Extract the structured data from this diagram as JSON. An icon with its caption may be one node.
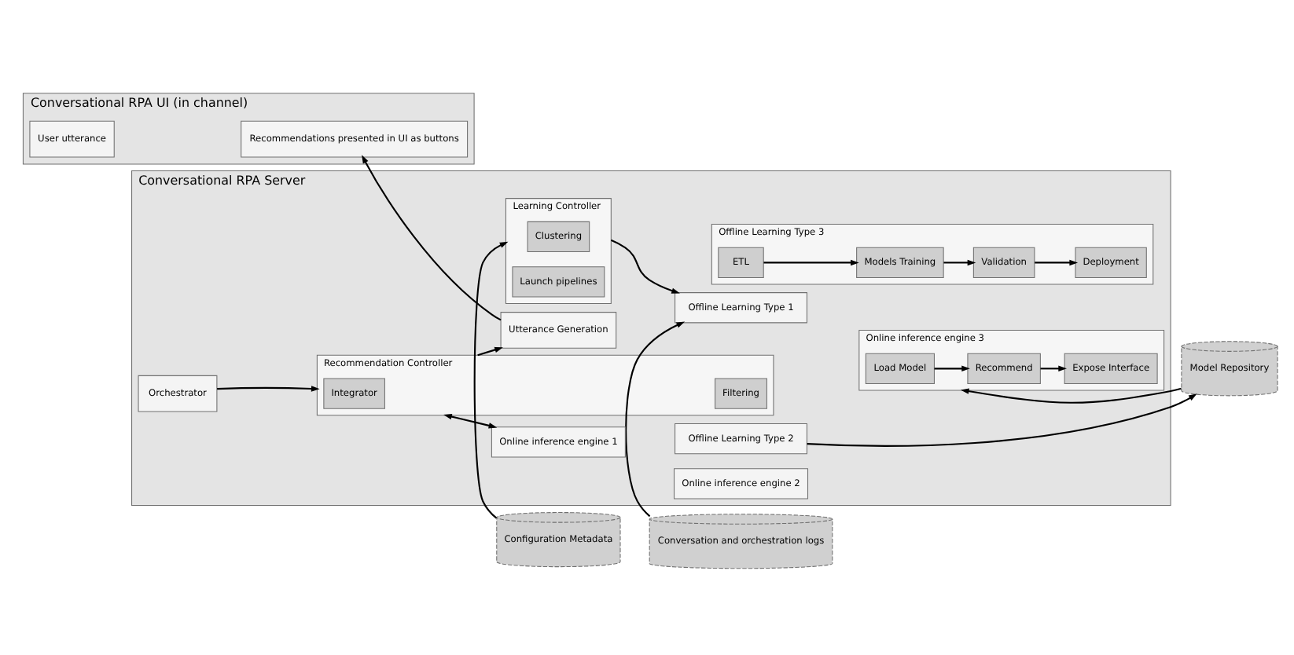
{
  "diagram": {
    "nodes": [
      {
        "text": [
          "Configuration Metadata"
        ]
      },
      {
        "text": [
          "Conversation and orchestration logs"
        ]
      },
      {
        "text": [
          "Conversational RPA UI (in channel)"
        ]
      },
      {
        "text": [
          "User utterance"
        ],
        "in": 2
      },
      {
        "text": [
          "Recommendations presented in UI as buttons"
        ],
        "in": 2
      },
      {
        "text": [
          "Conversational RPA Server"
        ]
      },
      {
        "text": [
          "Learning Controller"
        ],
        "in": 5
      },
      {
        "text": [
          "Clustering"
        ],
        "in": 6
      },
      {
        "text": [
          "Launch pipelines"
        ],
        "in": 6
      },
      {
        "text": [
          "Offline Learning Type 1"
        ],
        "in": 5
      },
      {
        "text": [
          "Offline Learning Type 2"
        ],
        "in": 5
      },
      {
        "text": [
          "Offline Learning Type 3"
        ],
        "in": 5
      },
      {
        "text": [
          "ETL"
        ],
        "in": 11
      },
      {
        "text": [
          "Models Training"
        ],
        "in": 11
      },
      {
        "text": [
          "Validation"
        ],
        "in": 11
      },
      {
        "text": [
          "Deployment"
        ],
        "in": 11
      },
      {
        "text": [
          "Model Repository"
        ]
      },
      {
        "text": [
          "Orchestrator"
        ],
        "in": 5
      },
      {
        "text": [
          "Recommendation Controller"
        ],
        "in": 5
      },
      {
        "text": [
          "Integrator"
        ],
        "in": 18
      },
      {
        "text": [
          "Filtering"
        ],
        "in": 18
      },
      {
        "text": [
          "Utterance Generation"
        ],
        "in": 5
      },
      {
        "text": [
          "Online inference engine 1"
        ],
        "in": 5
      },
      {
        "text": [
          "Online inference engine 2"
        ],
        "in": 5
      },
      {
        "text": [
          "Online inference engine 3"
        ],
        "in": 5
      },
      {
        "text": [
          "Load Model"
        ],
        "in": 24
      },
      {
        "text": [
          "Recommend"
        ],
        "in": 24
      },
      {
        "text": [
          "Expose Interface"
        ],
        "in": 24
      }
    ],
    "edges": [
      {
        "from": 0,
        "to": 6,
        "arrow": "to"
      },
      {
        "from": 1,
        "to": 9,
        "arrow": "to"
      },
      {
        "from": 6,
        "to": 9,
        "arrow": "to"
      },
      {
        "from": 12,
        "to": 13,
        "arrow": "to"
      },
      {
        "from": 13,
        "to": 14,
        "arrow": "to"
      },
      {
        "from": 14,
        "to": 15,
        "arrow": "to"
      },
      {
        "from": 10,
        "to": 16,
        "arrow": "to"
      },
      {
        "from": 16,
        "to": 24,
        "arrow": "to"
      },
      {
        "from": 17,
        "to": 18,
        "arrow": "to"
      },
      {
        "from": 18,
        "to": 22,
        "arrow": "both"
      },
      {
        "from": 25,
        "to": 26,
        "arrow": "to"
      },
      {
        "from": 26,
        "to": 27,
        "arrow": "to"
      },
      {
        "from": 18,
        "to": 21,
        "arrow": "to"
      },
      {
        "from": 21,
        "to": 4,
        "arrow": "to"
      }
    ]
  }
}
